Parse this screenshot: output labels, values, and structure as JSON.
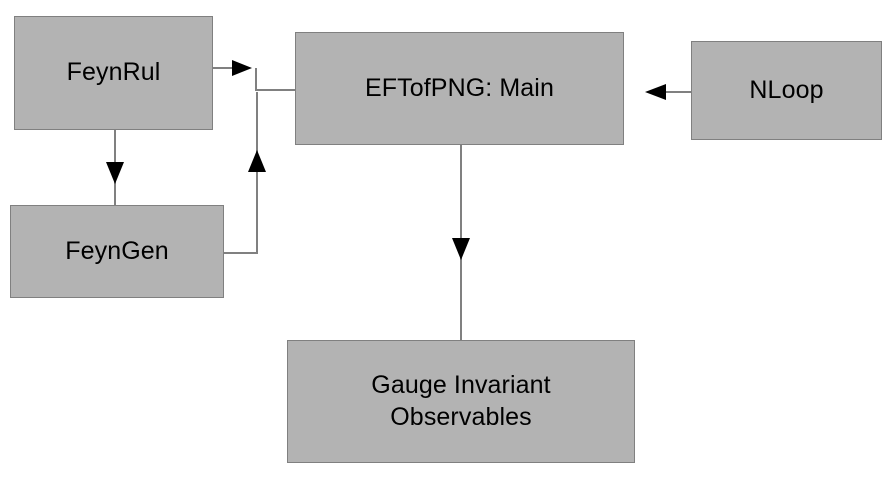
{
  "diagram": {
    "title": "EFTofPNG pipeline flowchart",
    "style": {
      "box_fill": "#b3b3b3",
      "box_border": "#808080",
      "connector_color": "#808080",
      "arrowhead_color": "#000000",
      "text_color": "#000000",
      "background": "#ffffff"
    },
    "nodes": [
      {
        "id": "feynrul",
        "label": "FeynRul"
      },
      {
        "id": "feyngen",
        "label": "FeynGen"
      },
      {
        "id": "main",
        "label": "EFTofPNG: Main"
      },
      {
        "id": "nloop",
        "label": "NLoop"
      },
      {
        "id": "gauge",
        "label": "Gauge Invariant\nObservables"
      }
    ],
    "edges": [
      {
        "id": "feynrul-to-main",
        "from": "FeynRul",
        "to": "EFTofPNG: Main",
        "direction": "right"
      },
      {
        "id": "feynrul-to-feyngen",
        "from": "FeynRul",
        "to": "FeynGen",
        "direction": "down"
      },
      {
        "id": "feyngen-to-main",
        "from": "FeynGen",
        "to": "EFTofPNG: Main",
        "direction": "up"
      },
      {
        "id": "nloop-to-main",
        "from": "NLoop",
        "to": "EFTofPNG: Main",
        "direction": "left"
      },
      {
        "id": "main-to-gauge",
        "from": "EFTofPNG: Main",
        "to": "Gauge Invariant Observables",
        "direction": "down"
      }
    ]
  }
}
